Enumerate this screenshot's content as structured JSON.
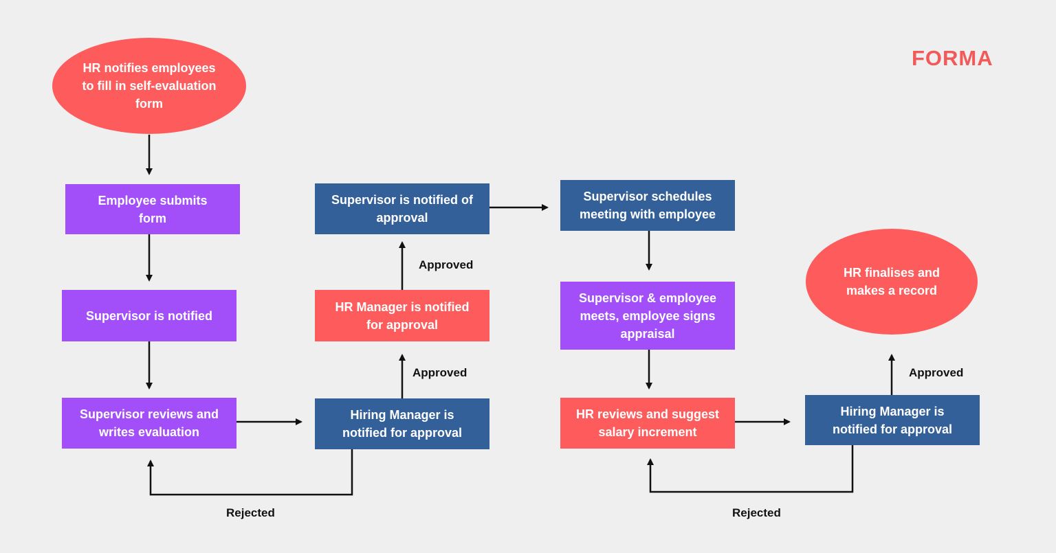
{
  "brand": {
    "name": "FORMA",
    "color": "#f25a5a"
  },
  "colors": {
    "purple": "#a24ff9",
    "blue": "#34609a",
    "red": "#fe5c5c",
    "background": "#efefef",
    "arrow": "#111111"
  },
  "nodes": {
    "hr_notifies": "HR notifies employees to fill in self-evaluation form",
    "employee_submits": "Employee submits form",
    "supervisor_notified": "Supervisor is notified",
    "supervisor_reviews": "Supervisor reviews and writes evaluation",
    "hiring_manager_1": "Hiring Manager is notified for approval",
    "hr_manager": "HR Manager is notified for approval",
    "supervisor_notified_approval": "Supervisor is notified of approval",
    "supervisor_schedules": "Supervisor schedules meeting with employee",
    "supervisor_employee_meets": "Supervisor & employee meets, employee signs appraisal",
    "hr_reviews": "HR reviews and suggest salary increment",
    "hiring_manager_2": "Hiring Manager is notified for approval",
    "hr_finalises": "HR finalises and makes a record"
  },
  "edge_labels": {
    "approved_1": "Approved",
    "approved_2": "Approved",
    "approved_3": "Approved",
    "rejected_1": "Rejected",
    "rejected_2": "Rejected"
  }
}
